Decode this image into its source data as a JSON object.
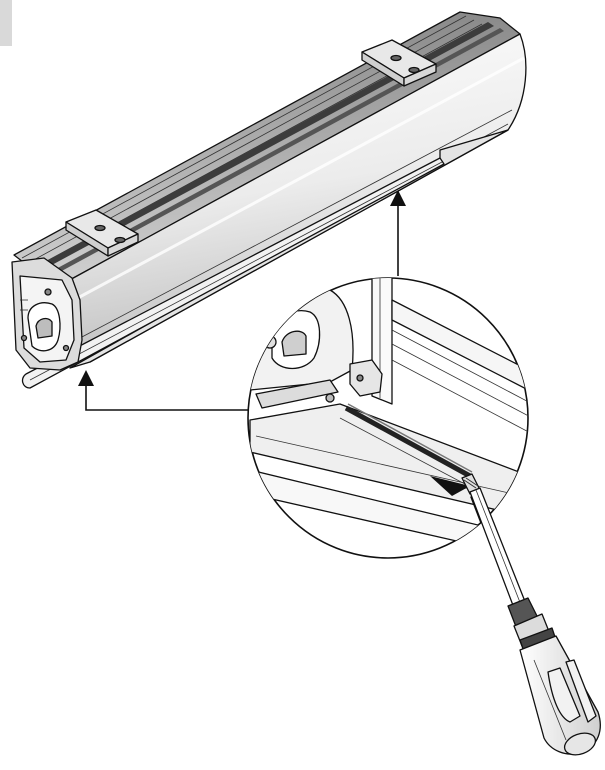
{
  "figure": {
    "colors": {
      "outline": "#111111",
      "body_light": "#f4f4f4",
      "body_mid": "#d6d6d6",
      "body_dark": "#9a9a9a",
      "rail_dark": "#4a4a4a",
      "background": "#ffffff"
    },
    "parts": [
      "cassette-housing",
      "mounting-bracket-left",
      "mounting-bracket-right",
      "end-cap",
      "bottom-rail",
      "detail-magnifier-circle",
      "leader-arrow-left",
      "leader-arrow-right",
      "push-direction-arrow",
      "screwdriver-icon"
    ]
  }
}
